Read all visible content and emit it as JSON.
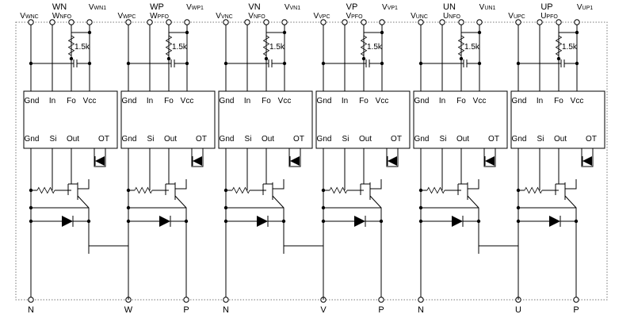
{
  "modules": [
    {
      "group_label": "WN",
      "pins": [
        {
          "prefix": "V",
          "sub": "WNC"
        },
        {
          "prefix": "W",
          "sub": "NFO"
        },
        {
          "prefix": "V",
          "sub": "WN1"
        }
      ],
      "resistor_label": "1.5k",
      "bottom_labels": [
        "N",
        "W"
      ]
    },
    {
      "group_label": "WP",
      "pins": [
        {
          "prefix": "V",
          "sub": "WPC"
        },
        {
          "prefix": "W",
          "sub": "PFO"
        },
        {
          "prefix": "V",
          "sub": "WP1"
        }
      ],
      "resistor_label": "1.5k",
      "bottom_labels": [
        "P"
      ]
    },
    {
      "group_label": "VN",
      "pins": [
        {
          "prefix": "V",
          "sub": "VNC"
        },
        {
          "prefix": "V",
          "sub": "NFO"
        },
        {
          "prefix": "V",
          "sub": "VN1"
        }
      ],
      "resistor_label": "1.5k",
      "bottom_labels": [
        "N",
        "V"
      ]
    },
    {
      "group_label": "VP",
      "pins": [
        {
          "prefix": "V",
          "sub": "VPC"
        },
        {
          "prefix": "V",
          "sub": "PFO"
        },
        {
          "prefix": "V",
          "sub": "VP1"
        }
      ],
      "resistor_label": "1.5k",
      "bottom_labels": [
        "P"
      ]
    },
    {
      "group_label": "UN",
      "pins": [
        {
          "prefix": "V",
          "sub": "UNC"
        },
        {
          "prefix": "U",
          "sub": "NFO"
        },
        {
          "prefix": "V",
          "sub": "UN1"
        }
      ],
      "resistor_label": "1.5k",
      "bottom_labels": [
        "N",
        "U"
      ]
    },
    {
      "group_label": "UP",
      "pins": [
        {
          "prefix": "V",
          "sub": "UPC"
        },
        {
          "prefix": "U",
          "sub": "PFO"
        },
        {
          "prefix": "V",
          "sub": "UP1"
        }
      ],
      "resistor_label": "1.5k",
      "bottom_labels": [
        "P"
      ]
    }
  ],
  "ic": {
    "top_pins": [
      "Gnd",
      "In",
      "Fo",
      "Vcc"
    ],
    "bottom_pins": [
      "Gnd",
      "Si",
      "Out",
      "OT"
    ]
  }
}
